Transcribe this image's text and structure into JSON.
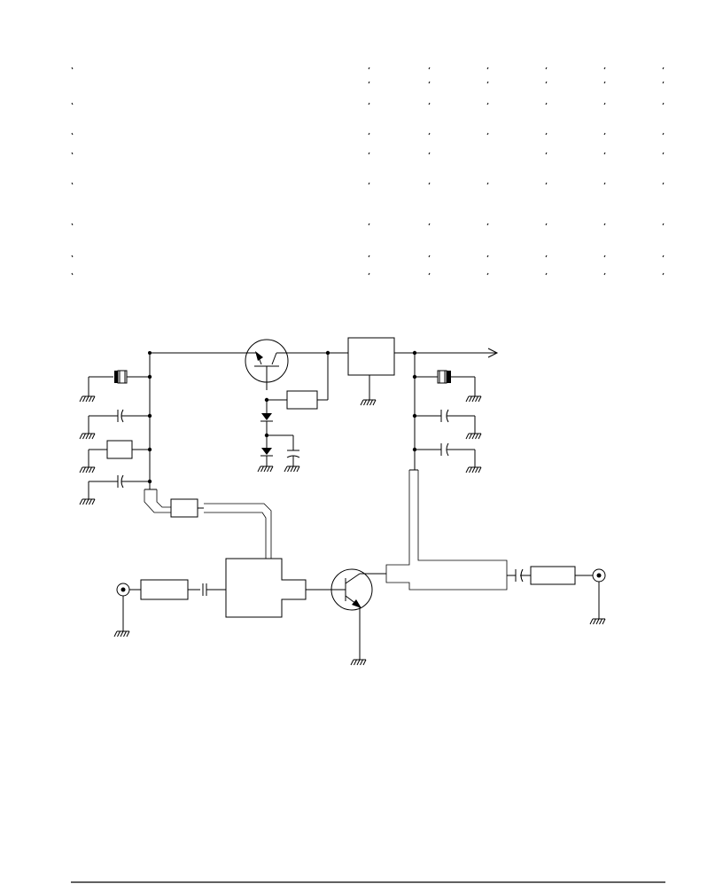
{
  "page": {
    "title": "",
    "footer_text": ""
  },
  "table": {
    "label_column": [
      "",
      "",
      "",
      "",
      "",
      "",
      "",
      ""
    ],
    "value_columns": 6,
    "rows": [
      [
        "",
        "",
        "",
        "",
        "",
        ""
      ],
      [
        "",
        "",
        "",
        "",
        "",
        ""
      ],
      [
        "",
        "",
        "",
        "",
        "",
        ""
      ],
      [
        "",
        "",
        "",
        "",
        "",
        ""
      ],
      [
        "",
        "",
        "",
        "",
        "",
        ""
      ],
      [
        "",
        "",
        "",
        "",
        "",
        ""
      ],
      [
        "",
        "",
        "",
        "",
        "",
        ""
      ],
      [
        "",
        "",
        "",
        "",
        "",
        ""
      ]
    ]
  },
  "schematic": {
    "title": "",
    "components": [
      {
        "id": "input-connector",
        "kind": "coax-connector"
      },
      {
        "id": "input-stripline",
        "kind": "resistor-box"
      },
      {
        "id": "input-coupling-cap",
        "kind": "capacitor"
      },
      {
        "id": "matching-network",
        "kind": "microstrip-block"
      },
      {
        "id": "output-transistor",
        "kind": "npn-transistor"
      },
      {
        "id": "output-stripline",
        "kind": "microstrip-t"
      },
      {
        "id": "output-coupling-cap",
        "kind": "capacitor"
      },
      {
        "id": "output-stripline-box",
        "kind": "resistor-box"
      },
      {
        "id": "output-connector",
        "kind": "coax-connector"
      },
      {
        "id": "regulator-transistor",
        "kind": "pnp-transistor"
      },
      {
        "id": "regulator-ic",
        "kind": "block"
      },
      {
        "id": "bias-resistor",
        "kind": "resistor-box"
      },
      {
        "id": "bias-diode-1",
        "kind": "diode"
      },
      {
        "id": "bias-diode-2",
        "kind": "diode"
      },
      {
        "id": "bias-cap",
        "kind": "electrolytic-capacitor"
      },
      {
        "id": "supply-arrow",
        "kind": "arrow"
      }
    ],
    "labels": []
  }
}
